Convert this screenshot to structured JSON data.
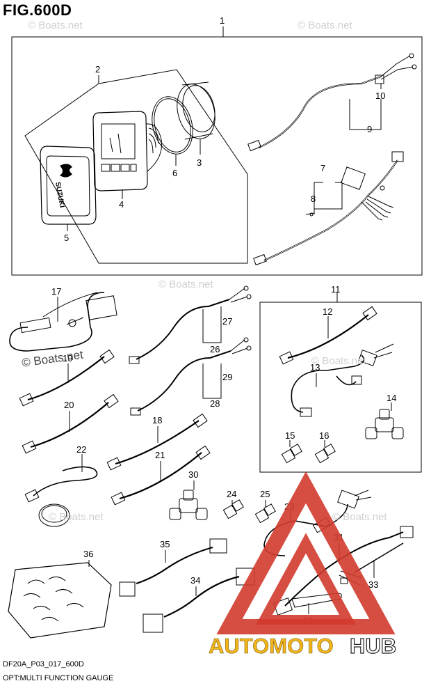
{
  "figure": {
    "title": "FIG.600D"
  },
  "watermarks": [
    "© Boats.net",
    "© Boats.net",
    "© Boats.net",
    "© Boats.net",
    "© Boats.net",
    "© Boats.net",
    "© Boats.net"
  ],
  "callouts": [
    "1",
    "2",
    "3",
    "4",
    "5",
    "6",
    "7",
    "8",
    "9",
    "10",
    "11",
    "12",
    "13",
    "14",
    "15",
    "16",
    "17",
    "18",
    "19",
    "20",
    "21",
    "22",
    "23",
    "24",
    "25",
    "26",
    "27",
    "28",
    "29",
    "30",
    "31",
    "32",
    "33",
    "34",
    "35",
    "36"
  ],
  "gauge_brand": "SUZUKI",
  "logo": {
    "part1": "AUTOMOTO",
    "part2": "HUB",
    "color1": "#f2b61b",
    "color2": "#ffffff",
    "triangle_color": "#d23a2c"
  },
  "footer": {
    "code": "DF20A_P03_017_600D",
    "caption": "OPT:MULTI FUNCTION GAUGE"
  }
}
